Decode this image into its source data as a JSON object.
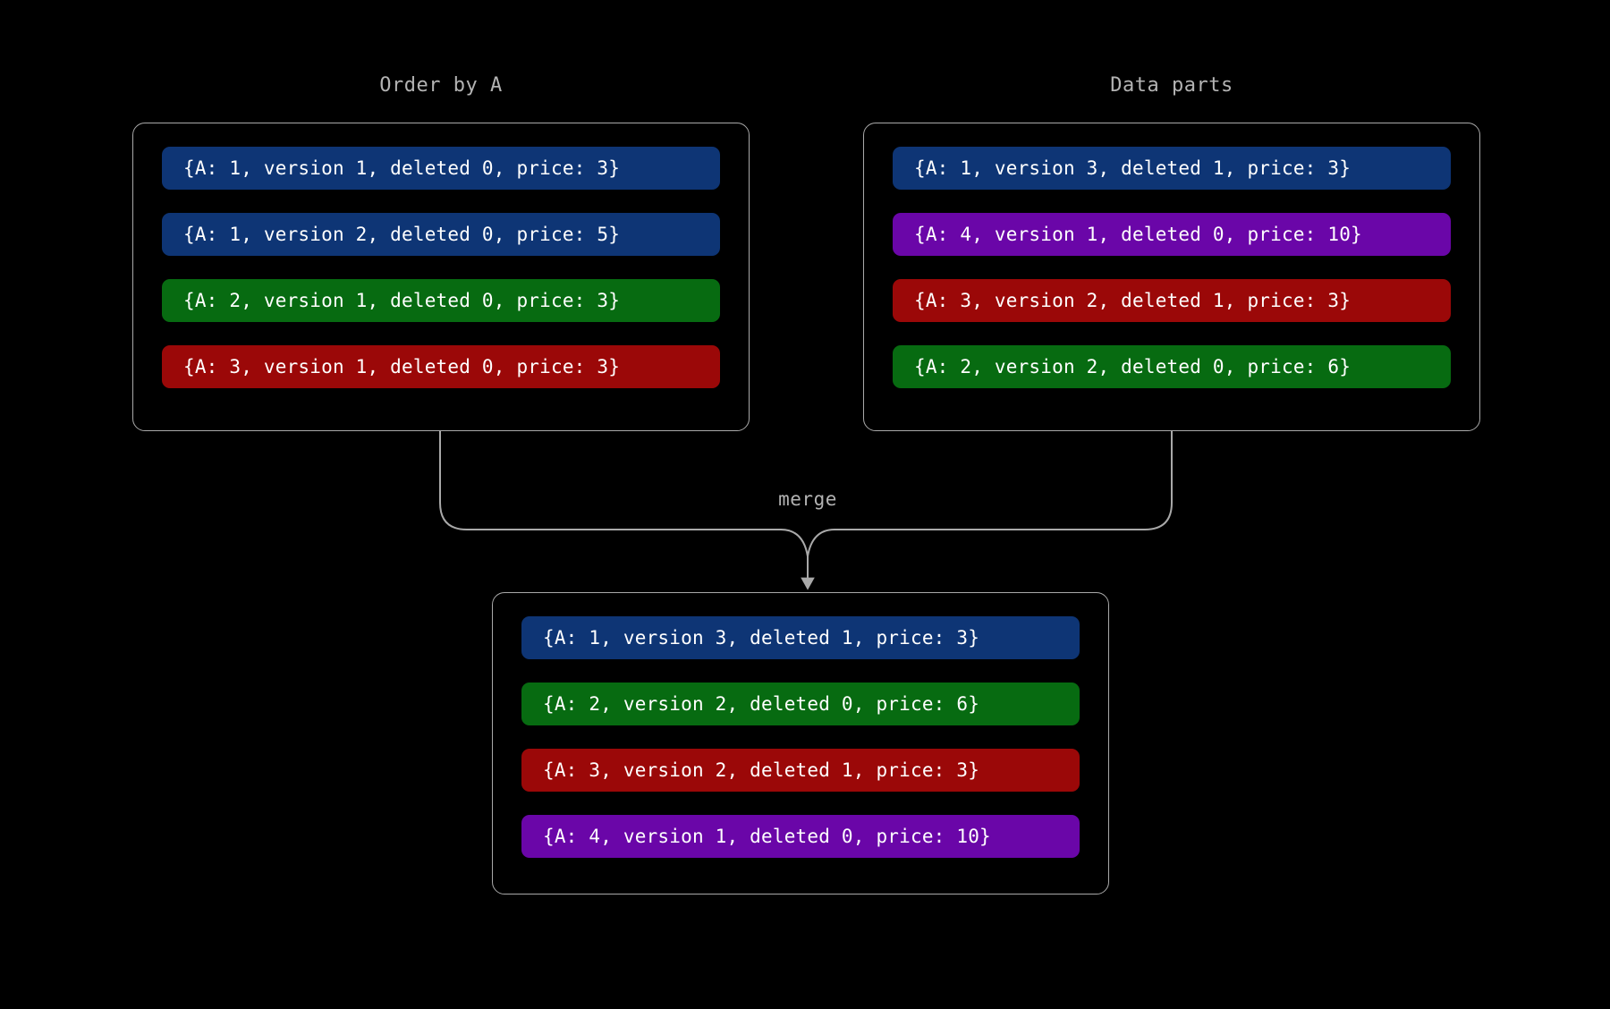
{
  "diagram": {
    "title_order": "Order by A",
    "title_parts": "Data parts",
    "merge_label": "merge",
    "colors": {
      "background": "#000000",
      "border": "#a9a9a9",
      "text_muted": "#b3b3b3",
      "blue": "#0e3575",
      "green": "#076b11",
      "red": "#9b0808",
      "purple": "#6a06a8",
      "row_text": "#ffffff"
    }
  },
  "order_by_a": {
    "rows": [
      {
        "text": "{A: 1, version 1, deleted 0, price: 3}",
        "color": "blue"
      },
      {
        "text": "{A: 1, version 2, deleted 0, price: 5}",
        "color": "blue"
      },
      {
        "text": "{A: 2, version 1, deleted 0, price: 3}",
        "color": "green"
      },
      {
        "text": "{A: 3, version 1, deleted 0, price: 3}",
        "color": "red"
      }
    ]
  },
  "data_parts": {
    "rows": [
      {
        "text": "{A: 1, version 3, deleted 1, price: 3}",
        "color": "blue"
      },
      {
        "text": "{A: 4, version 1, deleted 0, price: 10}",
        "color": "purple"
      },
      {
        "text": "{A: 3, version 2, deleted 1, price: 3}",
        "color": "red"
      },
      {
        "text": "{A: 2, version 2, deleted 0, price: 6}",
        "color": "green"
      }
    ]
  },
  "merged": {
    "rows": [
      {
        "text": "{A: 1, version 3, deleted 1, price: 3}",
        "color": "blue"
      },
      {
        "text": "{A: 2, version 2, deleted 0, price: 6}",
        "color": "green"
      },
      {
        "text": "{A: 3, version 2, deleted 1, price: 3}",
        "color": "red"
      },
      {
        "text": "{A: 4, version 1, deleted 0, price: 10}",
        "color": "purple"
      }
    ]
  }
}
